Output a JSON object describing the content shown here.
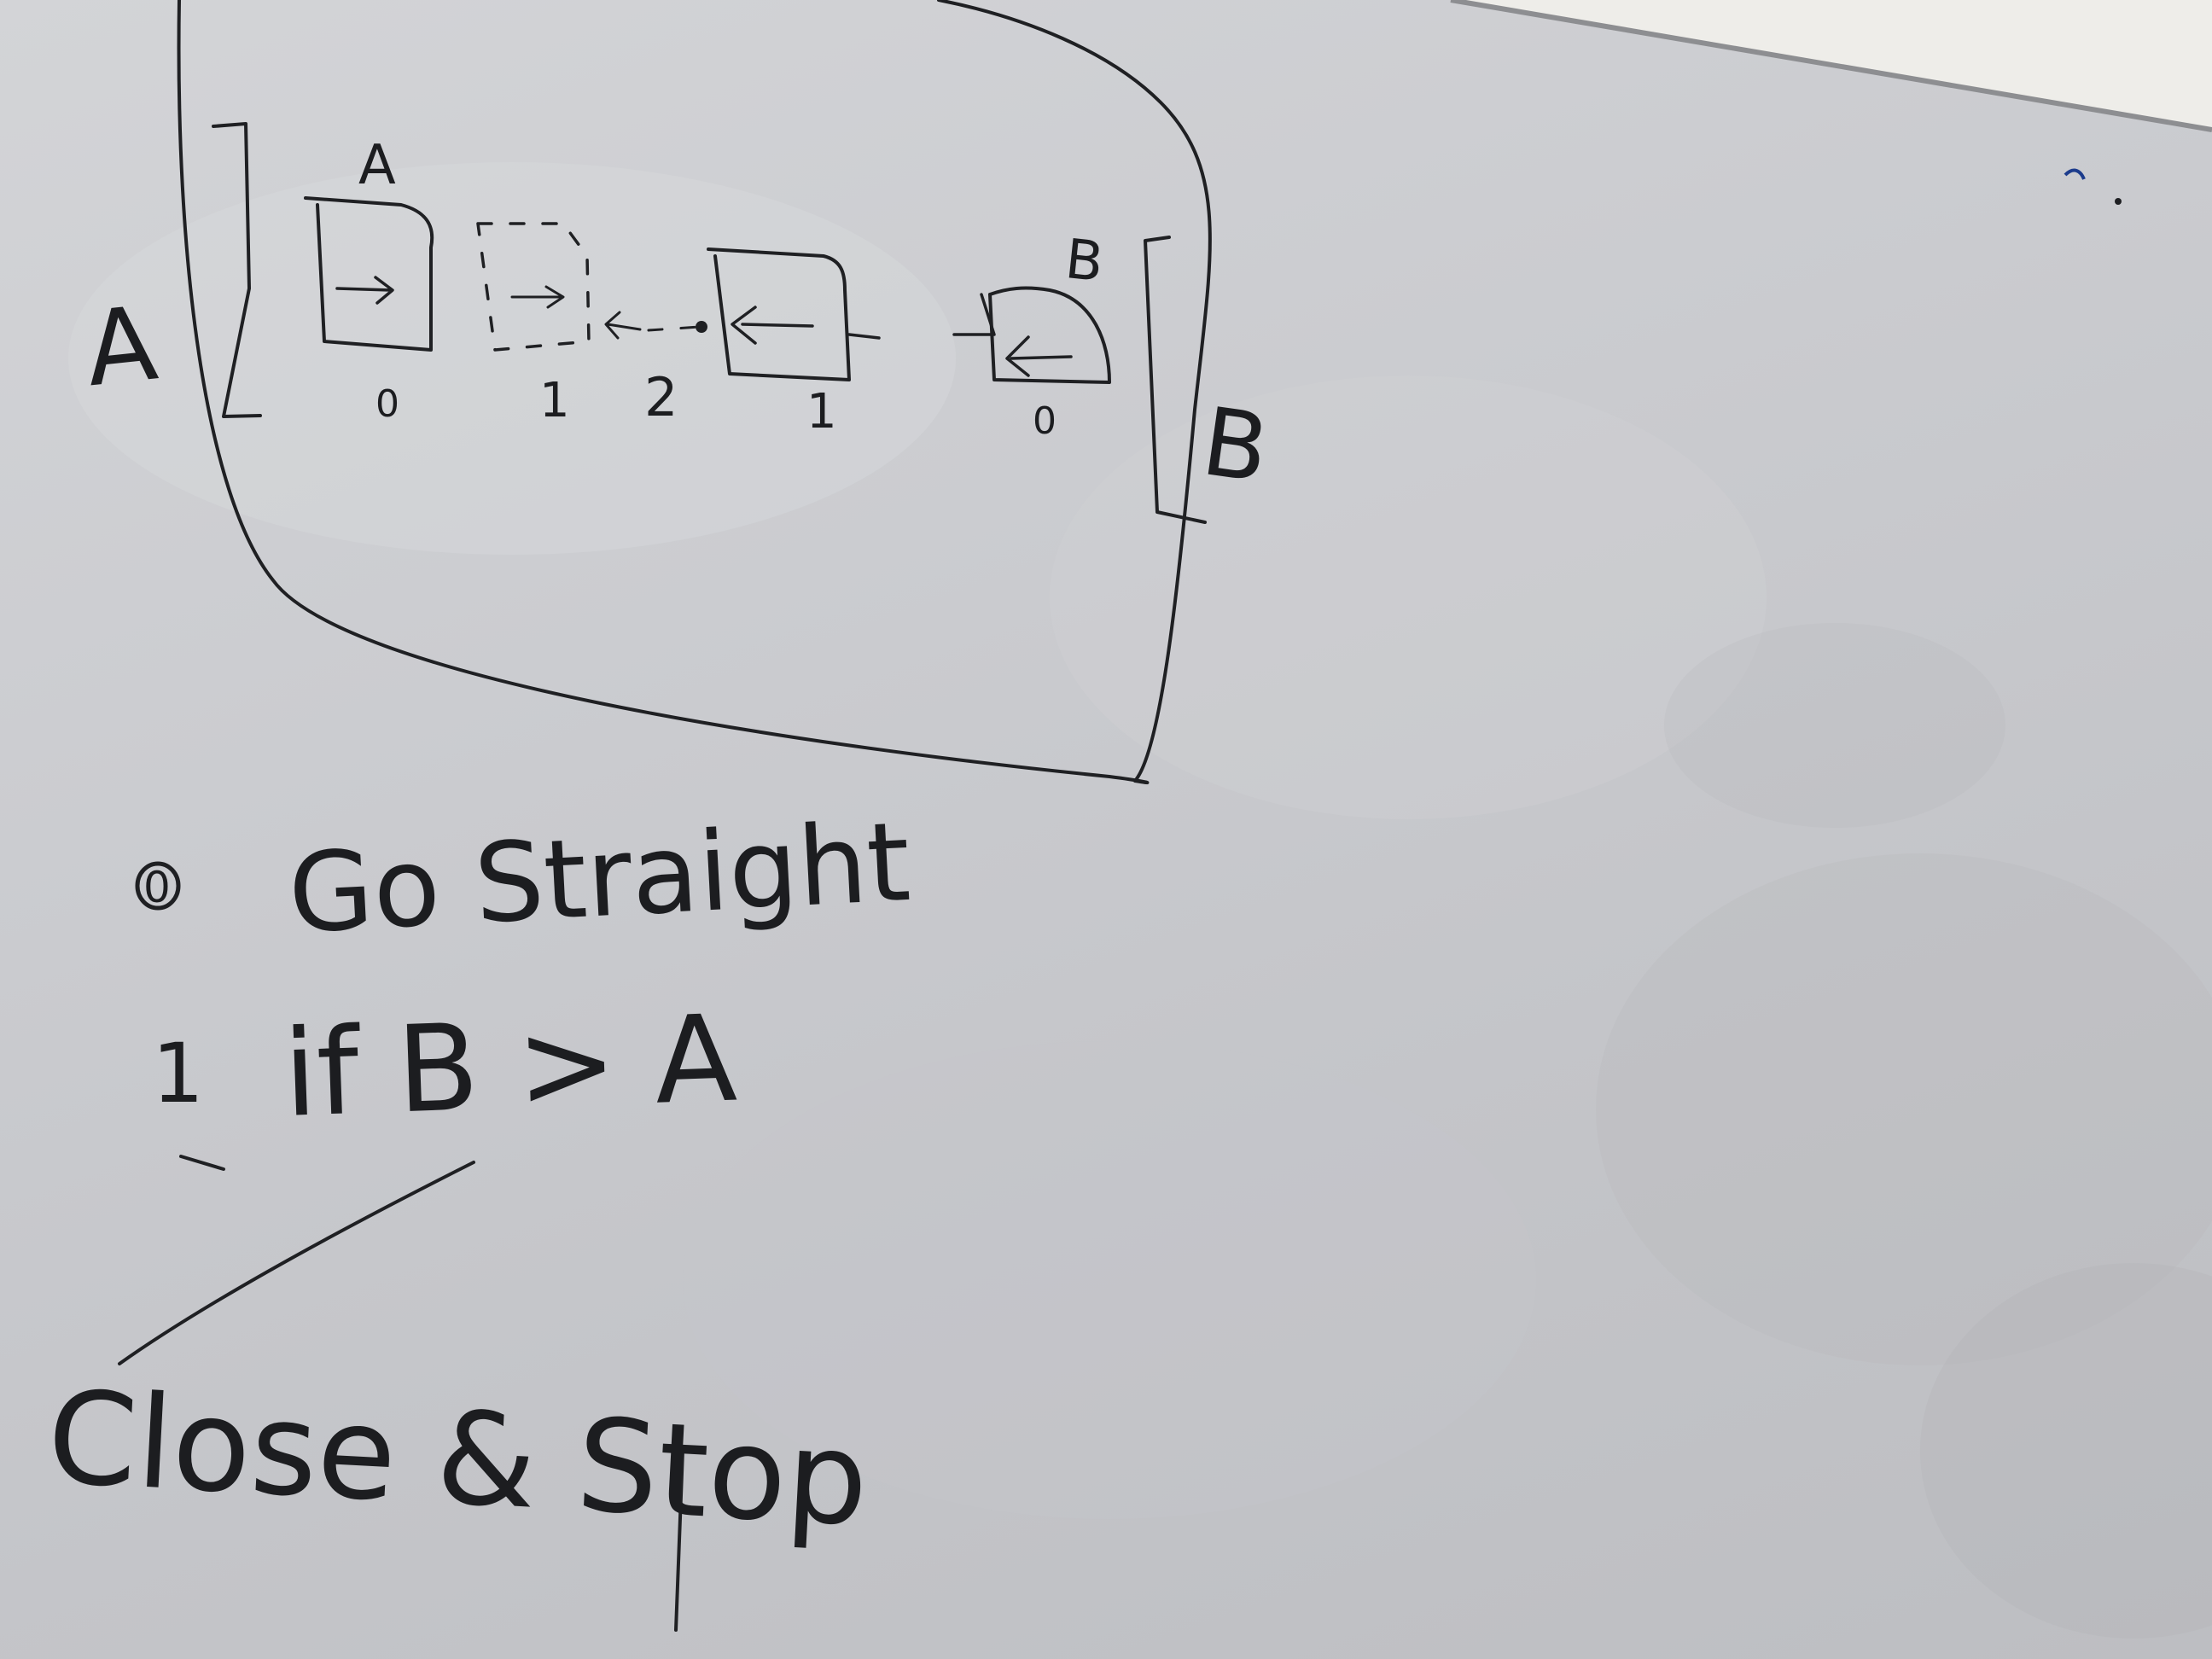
{
  "whiteboard": {
    "diagram": {
      "left_bracket_label": "A",
      "right_bracket_label": "B",
      "vehicle_a_label": "A",
      "vehicle_b_label": "B",
      "position_labels": [
        "0",
        "1",
        "2",
        "1",
        "0"
      ]
    },
    "rules": [
      {
        "number": "0",
        "text": "Go Straight"
      },
      {
        "number": "1",
        "text": "if B > A"
      }
    ],
    "conclusion": "Close & Stop"
  },
  "colors": {
    "board": "#cbccd0",
    "marker": "#1f2023",
    "frame_edge": "#f1f0ec"
  },
  "icons": {
    "vehicle_a_arrow": "arrow-right",
    "vehicle_b_arrow": "arrow-left"
  }
}
